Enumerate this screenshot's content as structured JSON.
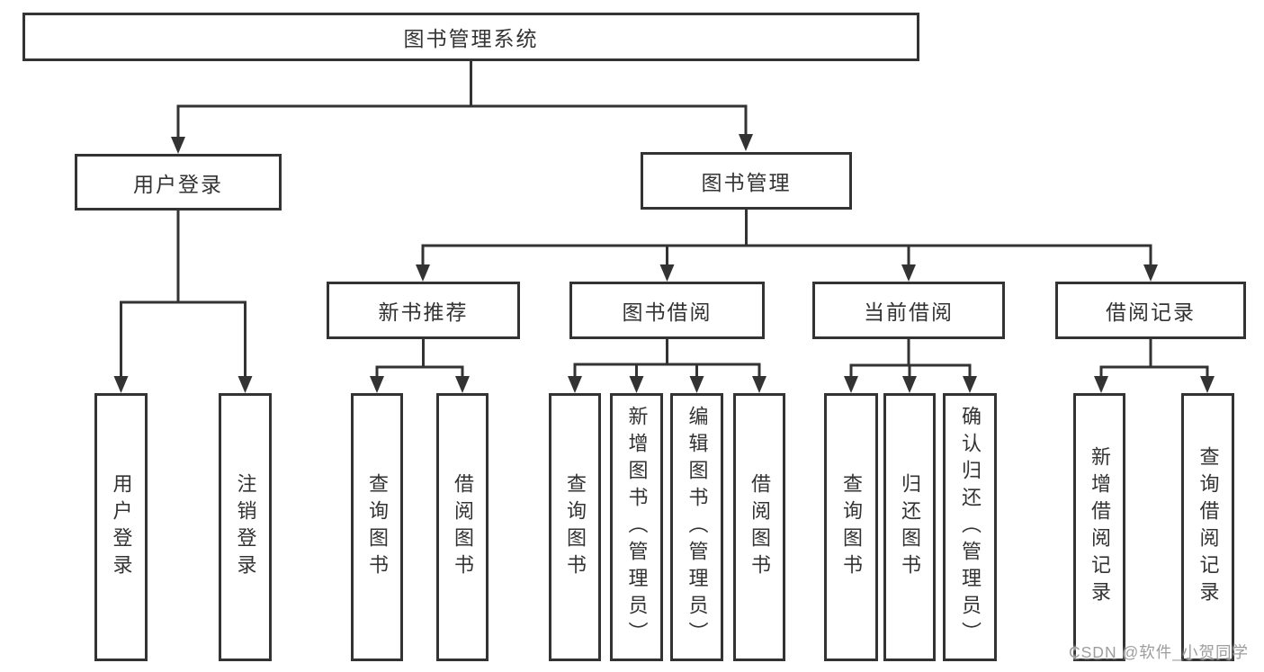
{
  "diagram_type": "hierarchy-diagram",
  "colors": {
    "line": "#333333",
    "text": "#333333",
    "box_background": "#ffffff",
    "page_background": "#ffffff",
    "watermark": "#9d9d9d"
  },
  "tree": {
    "label": "图书管理系统",
    "children": [
      {
        "label": "用户登录",
        "children": [
          {
            "label": "用户登录"
          },
          {
            "label": "注销登录"
          }
        ]
      },
      {
        "label": "图书管理",
        "children": [
          {
            "label": "新书推荐",
            "children": [
              {
                "label": "查询图书"
              },
              {
                "label": "借阅图书"
              }
            ]
          },
          {
            "label": "图书借阅",
            "children": [
              {
                "label": "查询图书"
              },
              {
                "label": "新增图书（管理员）"
              },
              {
                "label": "编辑图书（管理员）"
              },
              {
                "label": "借阅图书"
              }
            ]
          },
          {
            "label": "当前借阅",
            "children": [
              {
                "label": "查询图书"
              },
              {
                "label": "归还图书"
              },
              {
                "label": "确认归还（管理员）"
              }
            ]
          },
          {
            "label": "借阅记录",
            "children": [
              {
                "label": "新增借阅记录"
              },
              {
                "label": "查询借阅记录"
              }
            ]
          }
        ]
      }
    ]
  },
  "watermark": {
    "text": "CSDN @软件_小贺同学"
  }
}
